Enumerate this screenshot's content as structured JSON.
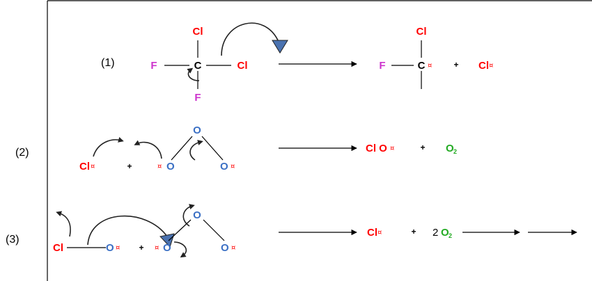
{
  "steps": [
    {
      "label": "(1)",
      "reactant": {
        "top": "Cl",
        "left": "F",
        "center": "C",
        "right": "Cl",
        "bottom": "F"
      },
      "products": {
        "top": "Cl",
        "left": "F",
        "center": "C",
        "radical": "¤",
        "plus": "+",
        "free": "Cl",
        "free_radical": "¤"
      }
    },
    {
      "label": "(2)",
      "reactants": {
        "radical_atom": "Cl",
        "radical": "¤",
        "plus": "+",
        "o_left": "O",
        "o_top": "O",
        "o_right": "O",
        "o_left_radical": "¤",
        "o_right_radical": "¤"
      },
      "products": {
        "first": "Cl O",
        "first_radical": "¤",
        "plus": "+",
        "second": "O",
        "second_sub": "2"
      }
    },
    {
      "label": "(3)",
      "reactants": {
        "cl": "Cl",
        "o": "O",
        "o_radical": "¤",
        "plus": "+",
        "o_left": "O",
        "o_top": "O",
        "o_right": "O",
        "o_left_radical": "¤",
        "o_right_radical": "¤"
      },
      "products": {
        "first": "Cl",
        "first_radical": "¤",
        "plus": "+",
        "coeff": "2",
        "second": "O",
        "second_sub": "2"
      }
    }
  ],
  "colors": {
    "chlorine": "#ff0000",
    "fluorine": "#cc33cc",
    "oxygen": "#3a6fc4",
    "o2": "#22aa22",
    "radical": "#ff0000",
    "arrowhead": "#4a72b0"
  }
}
